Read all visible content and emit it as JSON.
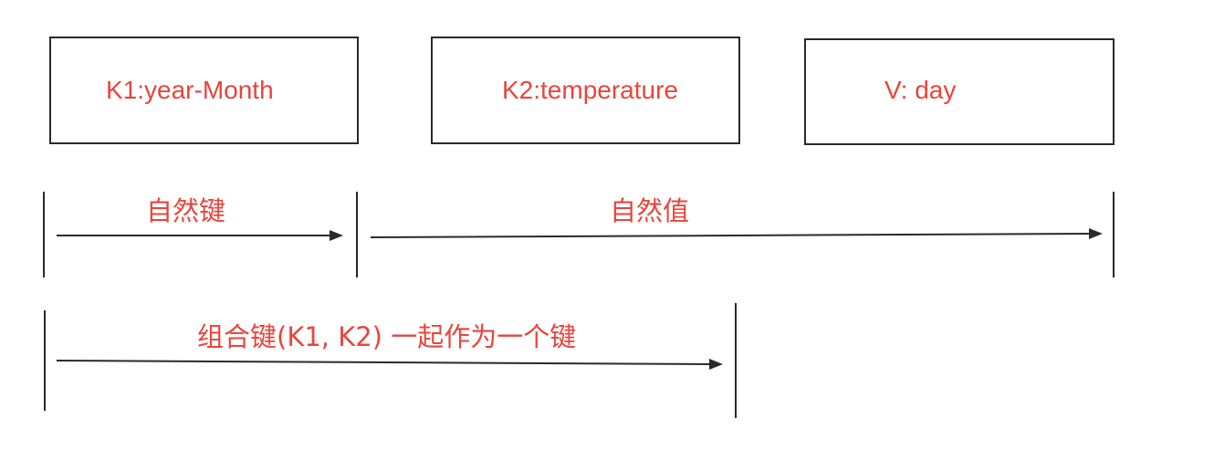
{
  "boxes": [
    {
      "label": "K1:year-Month"
    },
    {
      "label": "K2:temperature"
    },
    {
      "label": "V: day"
    }
  ],
  "spans": [
    {
      "label": "自然键"
    },
    {
      "label": "自然值"
    },
    {
      "label": "组合键(K1, K2) 一起作为一个键"
    }
  ],
  "colors": {
    "label": "#e8453c",
    "line": "#2a2a2a"
  }
}
